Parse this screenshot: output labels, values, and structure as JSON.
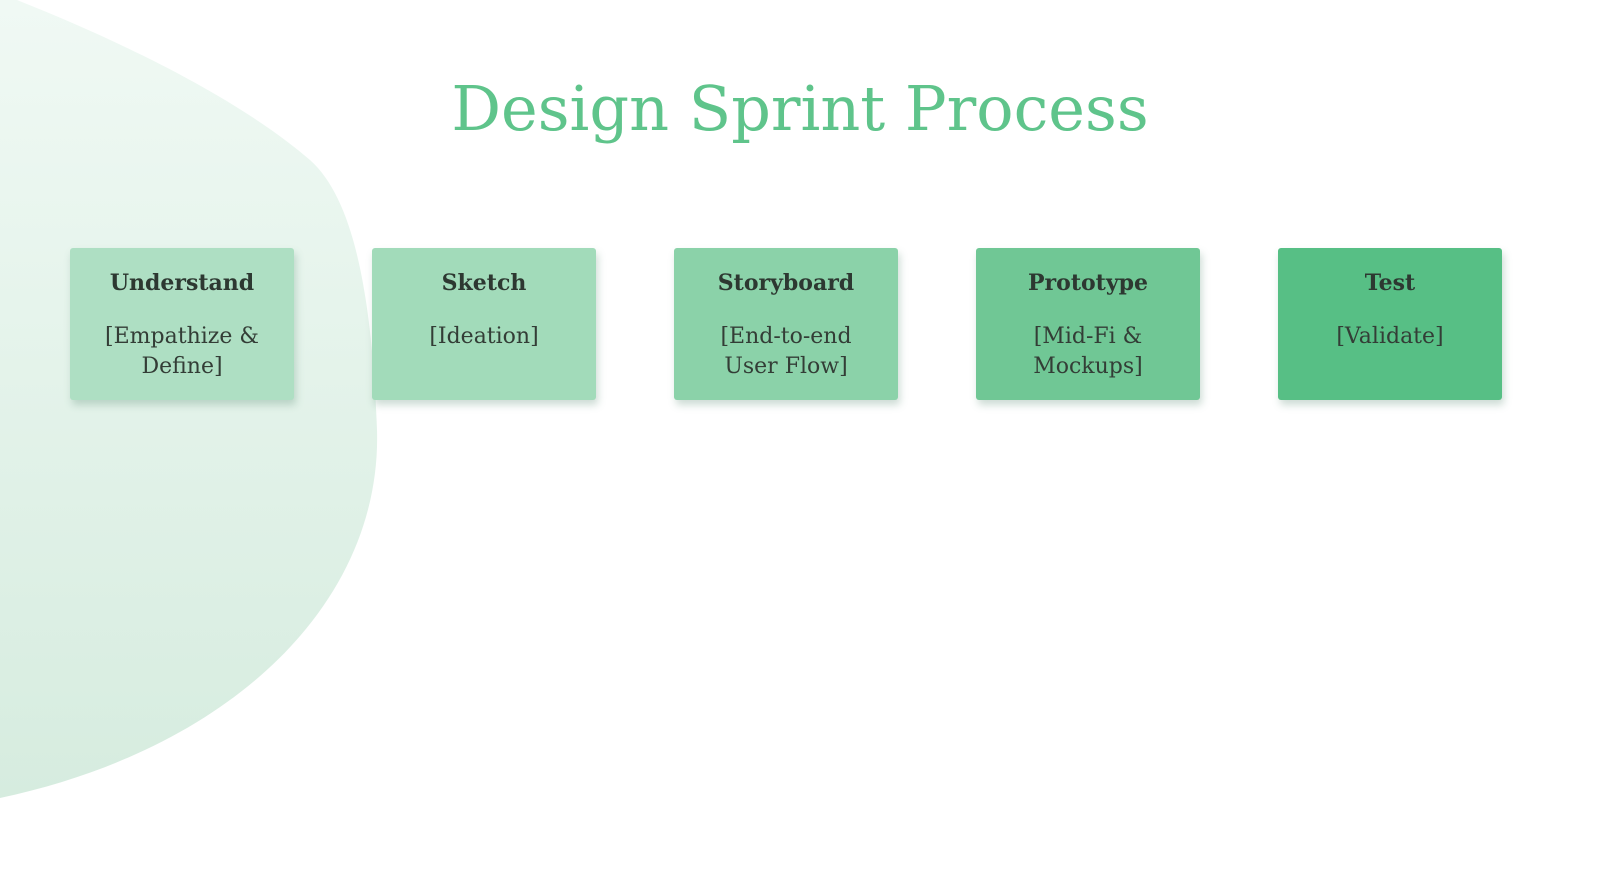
{
  "theme": {
    "title_color": "#5fc48b",
    "blob_gradient_top": "#f0f9f4",
    "blob_gradient_bottom": "#d6ecdf",
    "card_text_color": "#2d3831"
  },
  "page": {
    "title": "Design Sprint Process"
  },
  "process": {
    "steps": [
      {
        "label": "Understand",
        "detail": "[Empathize &\nDefine]",
        "color": "#aedfc3"
      },
      {
        "label": "Sketch",
        "detail": "[Ideation]",
        "color": "#a2dbba"
      },
      {
        "label": "Storyboard",
        "detail": "[End-to-end\nUser Flow]",
        "color": "#8bd2a9"
      },
      {
        "label": "Prototype",
        "detail": "[Mid-Fi &\nMockups]",
        "color": "#70c795"
      },
      {
        "label": "Test",
        "detail": "[Validate]",
        "color": "#57bf85"
      }
    ]
  }
}
